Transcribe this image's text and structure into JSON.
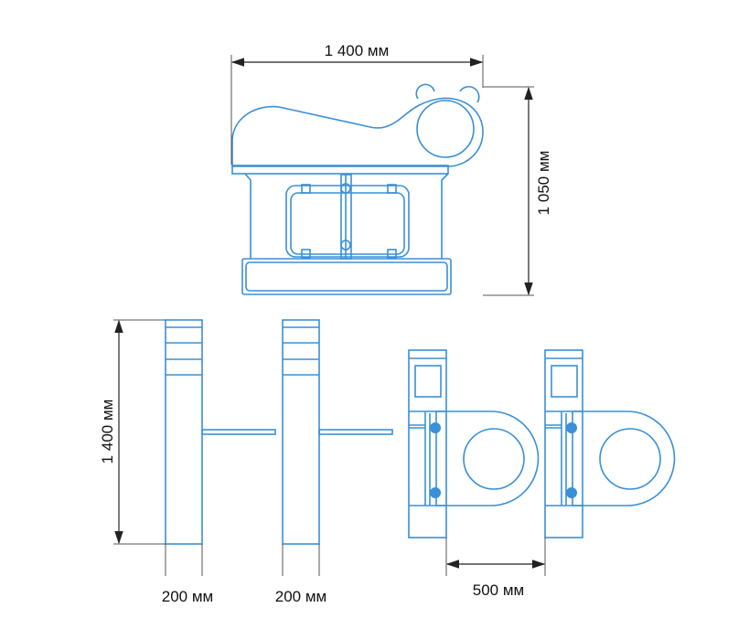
{
  "dimensions": {
    "top_width": "1 400 мм",
    "top_height": "1 050 мм",
    "side_height": "1 400 мм",
    "post1_width": "200 мм",
    "post2_width": "200 мм",
    "passage_width": "500 мм"
  },
  "colors": {
    "outline": "#3a8fd6",
    "dimension": "#222222"
  }
}
